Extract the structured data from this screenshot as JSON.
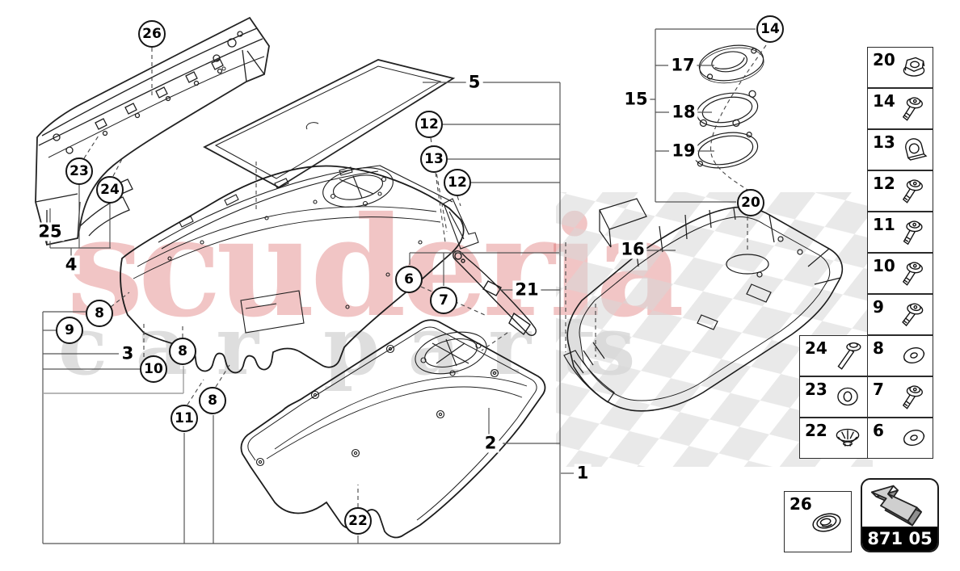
{
  "watermark": {
    "brand": "scuderia",
    "tagline_left": "c  a  r",
    "tagline_mid": "p  a  r  t",
    "tagline_right": "s",
    "brand_color": "rgba(210,62,62,0.30)",
    "tagline_color": "#dedede"
  },
  "diagram": {
    "circle_callouts": [
      {
        "n": "26"
      },
      {
        "n": "12"
      },
      {
        "n": "13"
      },
      {
        "n": "12"
      },
      {
        "n": "6"
      },
      {
        "n": "7"
      },
      {
        "n": "23"
      },
      {
        "n": "24"
      },
      {
        "n": "8"
      },
      {
        "n": "9"
      },
      {
        "n": "10"
      },
      {
        "n": "8"
      },
      {
        "n": "11"
      },
      {
        "n": "8"
      },
      {
        "n": "22"
      },
      {
        "n": "14"
      },
      {
        "n": "20"
      }
    ],
    "text_callouts": [
      {
        "n": "5"
      },
      {
        "n": "21"
      },
      {
        "n": "2"
      },
      {
        "n": "1"
      },
      {
        "n": "25"
      },
      {
        "n": "4"
      },
      {
        "n": "3"
      },
      {
        "n": "15"
      },
      {
        "n": "16"
      },
      {
        "n": "17"
      },
      {
        "n": "18"
      },
      {
        "n": "19"
      }
    ]
  },
  "legend": {
    "main_column": [
      {
        "num": "20",
        "icon": "flange-nut"
      },
      {
        "num": "14",
        "icon": "screw"
      },
      {
        "num": "13",
        "icon": "tab-washer"
      },
      {
        "num": "12",
        "icon": "screw"
      },
      {
        "num": "11",
        "icon": "screw"
      },
      {
        "num": "10",
        "icon": "screw"
      },
      {
        "num": "9",
        "icon": "screw"
      },
      {
        "num": "8",
        "icon": "washer"
      },
      {
        "num": "7",
        "icon": "screw"
      },
      {
        "num": "6",
        "icon": "washer"
      }
    ],
    "side_column": [
      {
        "num": "24",
        "icon": "stud"
      },
      {
        "num": "23",
        "icon": "grommet"
      },
      {
        "num": "22",
        "icon": "push-clip"
      }
    ],
    "extra_box": {
      "num": "26",
      "icon": "cap"
    },
    "page_code": "871 05"
  }
}
